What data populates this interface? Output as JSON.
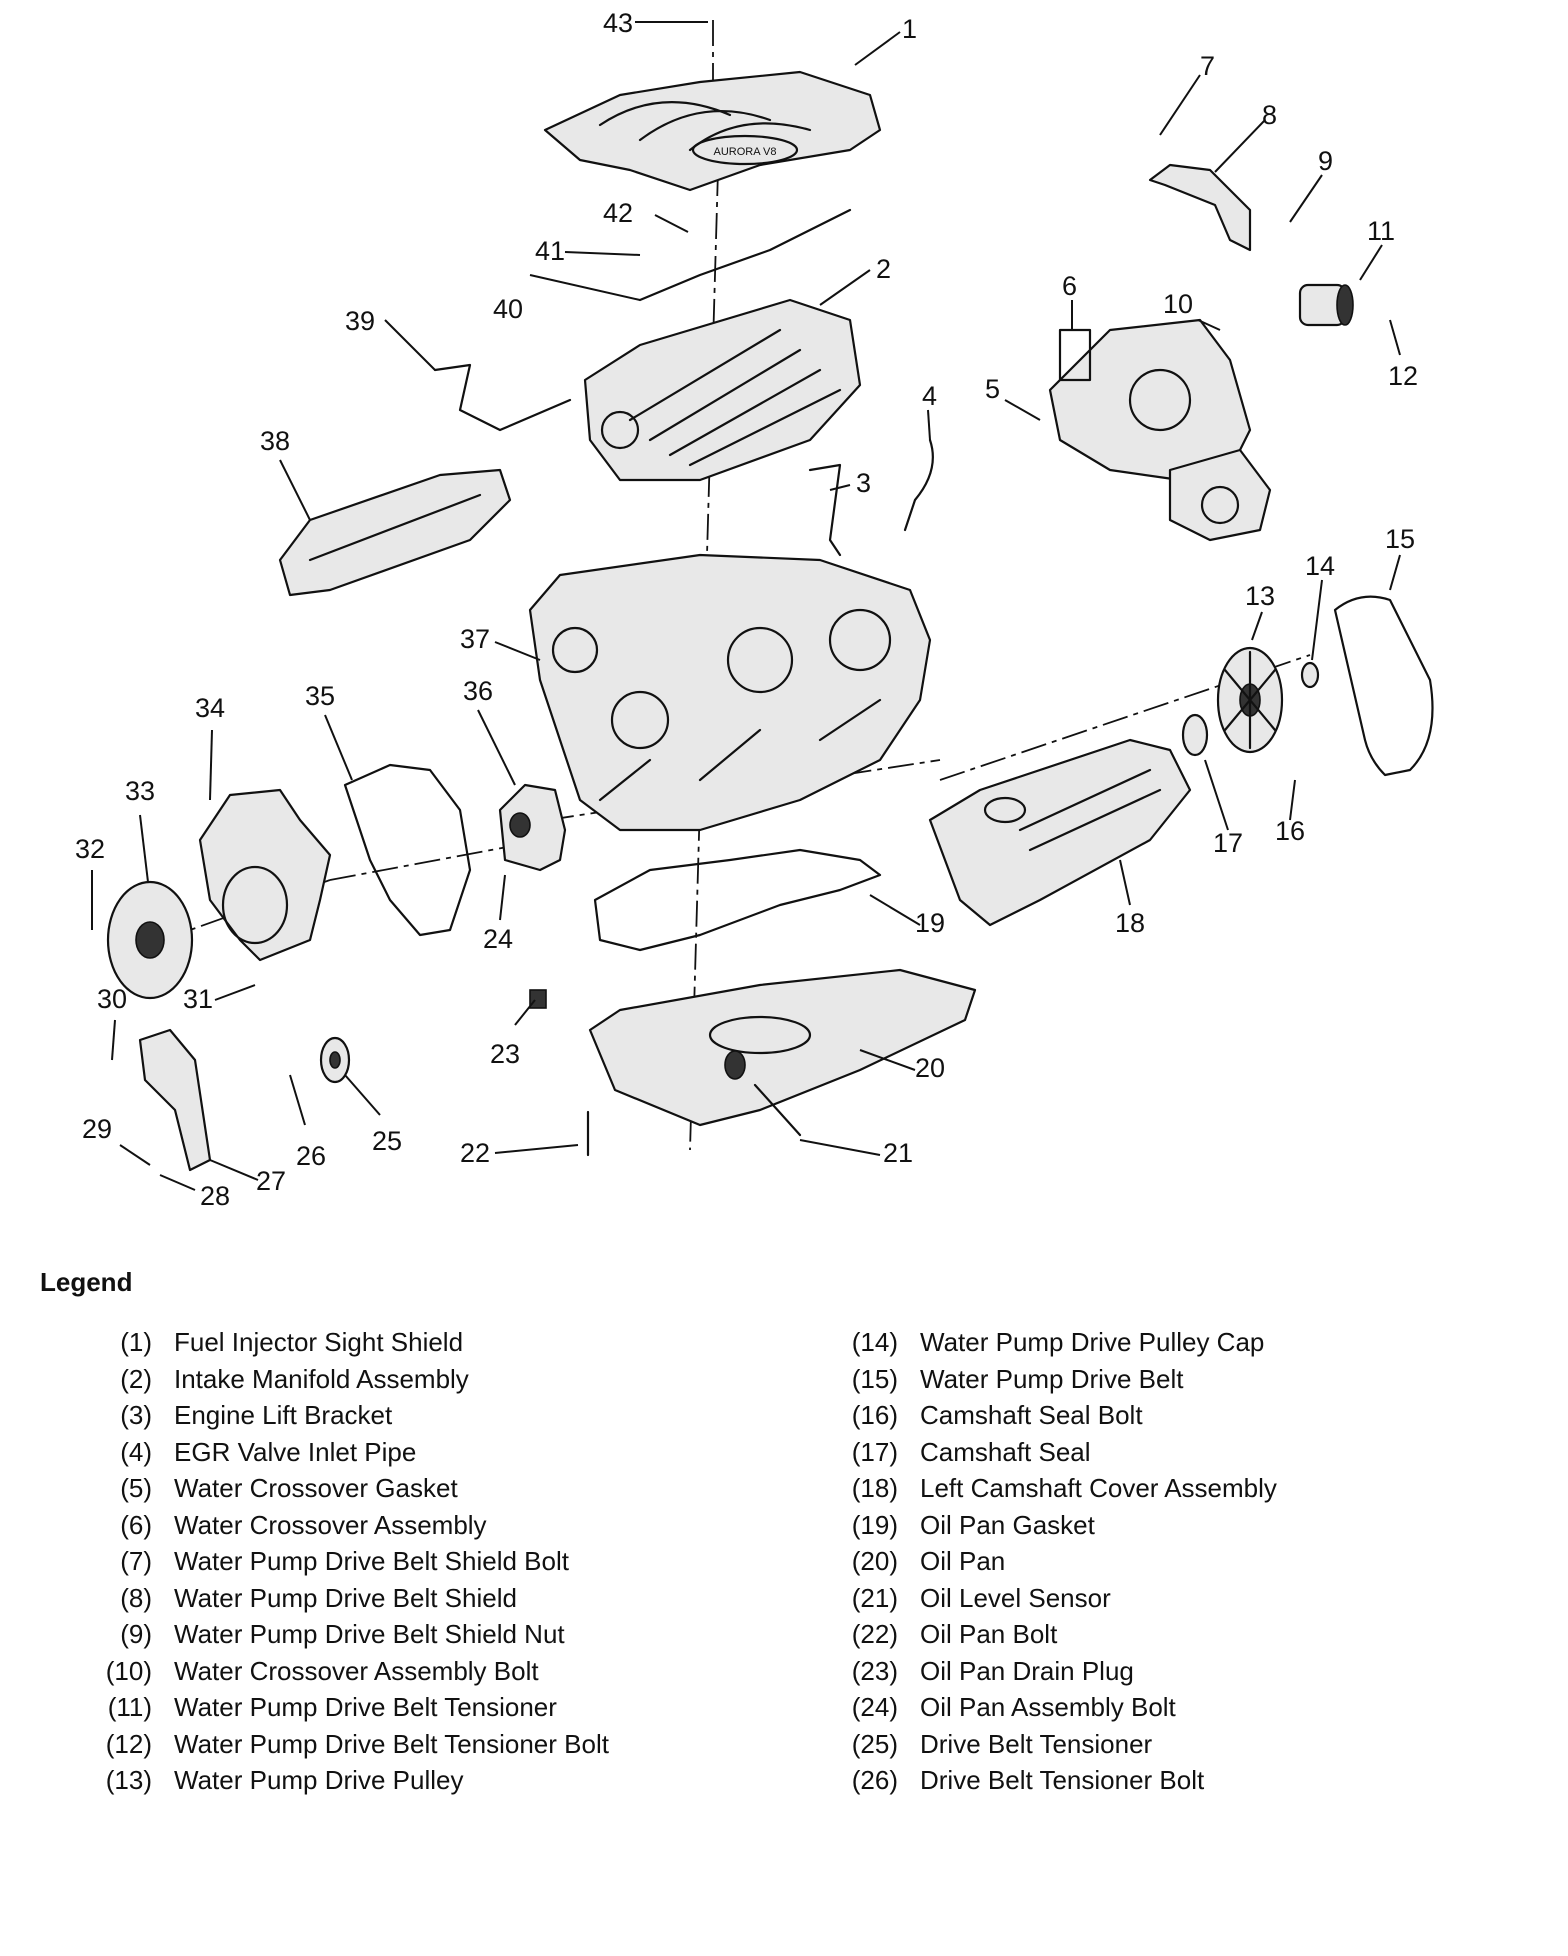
{
  "callouts": [
    "1",
    "2",
    "3",
    "4",
    "5",
    "6",
    "7",
    "8",
    "9",
    "10",
    "11",
    "12",
    "13",
    "14",
    "15",
    "16",
    "17",
    "18",
    "19",
    "20",
    "21",
    "22",
    "23",
    "24",
    "25",
    "26",
    "27",
    "28",
    "29",
    "30",
    "31",
    "32",
    "33",
    "34",
    "35",
    "36",
    "37",
    "38",
    "39",
    "40",
    "41",
    "42",
    "43"
  ],
  "cover_badge_text": "AURORA V8",
  "legend": {
    "title": "Legend",
    "items_left": [
      {
        "num": "(1)",
        "label": "Fuel Injector Sight Shield"
      },
      {
        "num": "(2)",
        "label": "Intake Manifold Assembly"
      },
      {
        "num": "(3)",
        "label": "Engine Lift Bracket"
      },
      {
        "num": "(4)",
        "label": "EGR Valve Inlet Pipe"
      },
      {
        "num": "(5)",
        "label": "Water Crossover Gasket"
      },
      {
        "num": "(6)",
        "label": "Water Crossover Assembly"
      },
      {
        "num": "(7)",
        "label": "Water Pump Drive Belt Shield Bolt"
      },
      {
        "num": "(8)",
        "label": "Water Pump Drive Belt Shield"
      },
      {
        "num": "(9)",
        "label": "Water Pump Drive Belt Shield Nut"
      },
      {
        "num": "(10)",
        "label": "Water Crossover Assembly Bolt"
      },
      {
        "num": "(11)",
        "label": "Water Pump Drive Belt Tensioner"
      },
      {
        "num": "(12)",
        "label": "Water Pump Drive Belt Tensioner Bolt"
      },
      {
        "num": "(13)",
        "label": "Water Pump Drive Pulley"
      }
    ],
    "items_right": [
      {
        "num": "(14)",
        "label": "Water Pump Drive Pulley Cap"
      },
      {
        "num": "(15)",
        "label": "Water Pump Drive Belt"
      },
      {
        "num": "(16)",
        "label": "Camshaft Seal Bolt"
      },
      {
        "num": "(17)",
        "label": "Camshaft Seal"
      },
      {
        "num": "(18)",
        "label": "Left Camshaft Cover Assembly"
      },
      {
        "num": "(19)",
        "label": "Oil Pan Gasket"
      },
      {
        "num": "(20)",
        "label": "Oil Pan"
      },
      {
        "num": "(21)",
        "label": "Oil Level Sensor"
      },
      {
        "num": "(22)",
        "label": "Oil Pan Bolt"
      },
      {
        "num": "(23)",
        "label": "Oil Pan Drain Plug"
      },
      {
        "num": "(24)",
        "label": "Oil Pan Assembly Bolt"
      },
      {
        "num": "(25)",
        "label": "Drive Belt Tensioner"
      },
      {
        "num": "(26)",
        "label": "Drive Belt Tensioner Bolt"
      }
    ]
  }
}
